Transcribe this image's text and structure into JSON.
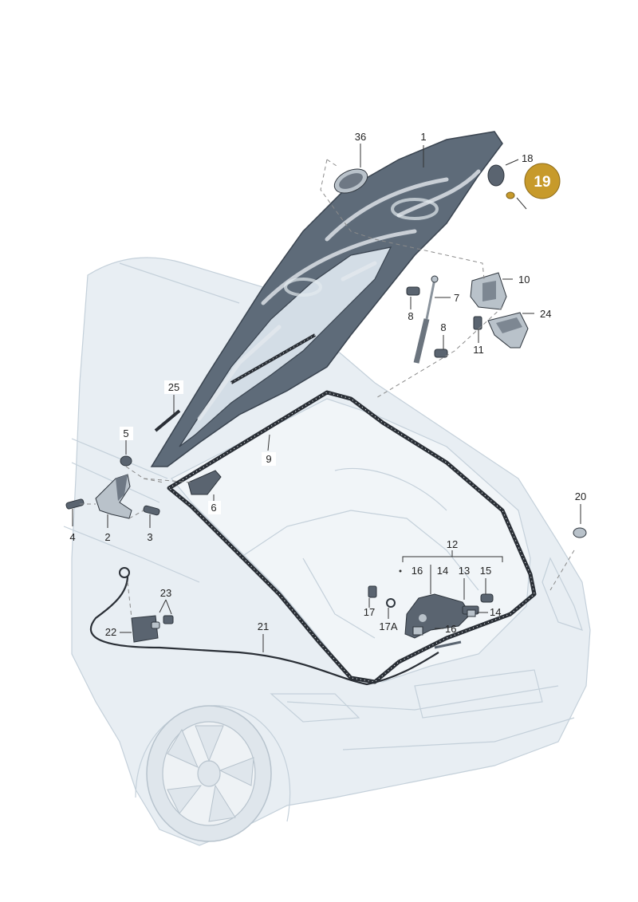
{
  "labels": {
    "l1": "1",
    "l2": "2",
    "l3": "3",
    "l4": "4",
    "l5": "5",
    "l6": "6",
    "l7": "7",
    "l8a": "8",
    "l8b": "8",
    "l9": "9",
    "l10": "10",
    "l11": "11",
    "l12": "12",
    "l13": "13",
    "l14a": "14",
    "l14b": "14",
    "l15": "15",
    "l16a": "16",
    "l16b": "16",
    "l17": "17",
    "l17a": "17A",
    "l18": "18",
    "l20": "20",
    "l21": "21",
    "l22": "22",
    "l23": "23",
    "l24": "24",
    "l25": "25",
    "l36": "36"
  },
  "callout": {
    "number": "19",
    "color": "#c79a2b"
  },
  "colors": {
    "car_body": "#e8eef3",
    "hood": "#5e6b79",
    "seal": "#2a2f36",
    "leader": "#333333"
  }
}
